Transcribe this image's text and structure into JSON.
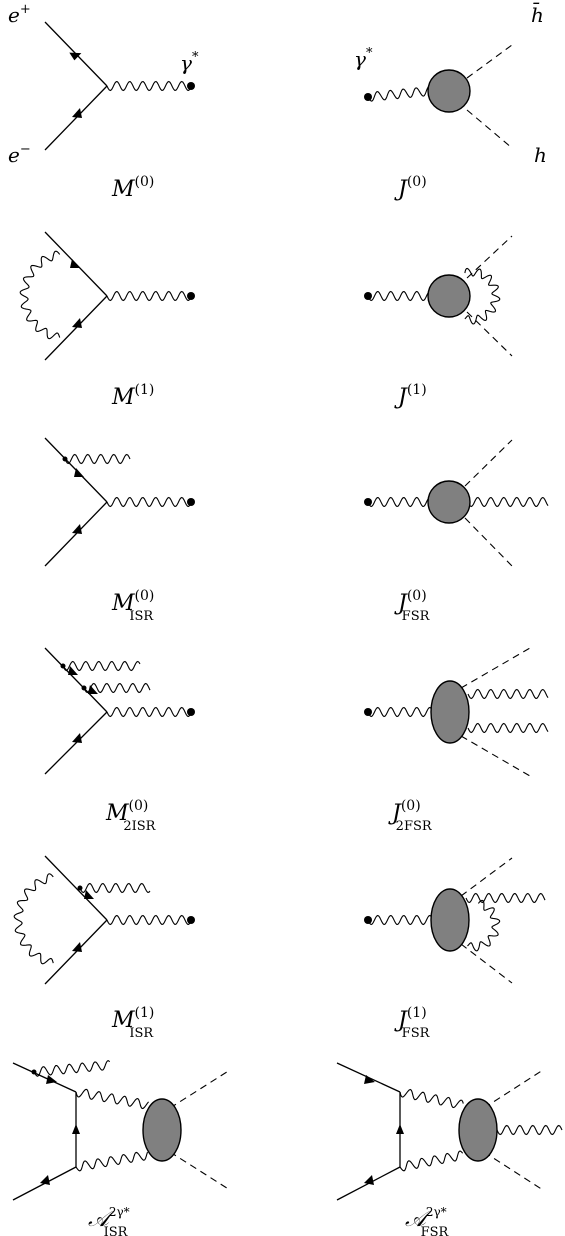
{
  "diagrams": [
    {
      "label": "M^{(0)}"
    },
    {
      "label": "J^{(0)}"
    },
    {
      "label": "M^{(1)}"
    },
    {
      "label": "J^{(1)}"
    },
    {
      "label": "M^{(0)}_{ISR}"
    },
    {
      "label": "J^{(0)}_{FSR}"
    },
    {
      "label": "M^{(0)}_{2ISR}"
    },
    {
      "label": "J^{(0)}_{2FSR}"
    },
    {
      "label": "M^{(1)}_{ISR}"
    },
    {
      "label": "J^{(1)}_{FSR}"
    },
    {
      "label": "A^{2γ*}_{ISR}"
    },
    {
      "label": "A^{2γ*}_{FSR}"
    }
  ],
  "particle_labels": {
    "positron": "e",
    "positron_sup": "+",
    "electron": "e",
    "electron_sup": "−",
    "photon": "γ",
    "photon_sup": "*",
    "hadron_bar": "h̄",
    "hadron": "h"
  },
  "captions": {
    "M": "M",
    "J": "J",
    "A": "𝒜",
    "sup0": "(0)",
    "sup1": "(1)",
    "ISR": "ISR",
    "FSR": "FSR",
    "2ISR": "2ISR",
    "2FSR": "2FSR",
    "sup2g": "2γ*"
  },
  "colors": {
    "blob": "#808080",
    "line": "#000000"
  }
}
